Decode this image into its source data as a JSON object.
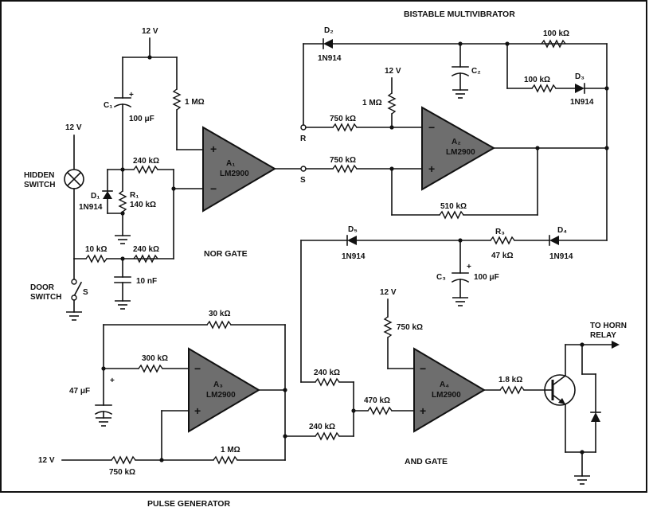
{
  "titles": {
    "bistable": "BISTABLE MULTIVIBRATOR",
    "nor": "NOR GATE",
    "pulse": "PULSE GENERATOR",
    "and": "AND GATE"
  },
  "supply": {
    "v1": "12 V",
    "v2": "12 V",
    "v3": "12 V",
    "v4": "12 V",
    "v5": "12 V"
  },
  "switches": {
    "hidden_1": "HIDDEN",
    "hidden_2": "SWITCH",
    "door_1": "DOOR",
    "door_2": "SWITCH",
    "s": "S"
  },
  "amps": {
    "a1": "A₁",
    "a1_part": "LM2900",
    "a2": "A₂",
    "a2_part": "LM2900",
    "a3": "A₃",
    "a3_part": "LM2900",
    "a4": "A₄",
    "a4_part": "LM2900"
  },
  "components": {
    "c1": "C₁",
    "c1_val": "100 μF",
    "r_1m_top": "1 MΩ",
    "r240_a": "240 kΩ",
    "d1": "D₁",
    "d1_part": "1N914",
    "r1": "R₁",
    "r1_val": "140 kΩ",
    "r10k": "10 kΩ",
    "r240_b": "240 kΩ",
    "c10n": "10 nF",
    "d2": "D₂",
    "d2_part": "1N914",
    "c2": "C₂",
    "r100k_a": "100 kΩ",
    "r100k_b": "100 kΩ",
    "d3": "D₃",
    "d3_part": "1N914",
    "r_1m_a2": "1 MΩ",
    "r750_r": "750 kΩ",
    "r750_s": "750 kΩ",
    "r510": "510 kΩ",
    "pin_r": "R",
    "pin_s": "S",
    "d5": "D₅",
    "d5_part": "1N914",
    "r3": "R₃",
    "r3_val": "47 kΩ",
    "d4": "D₄",
    "d4_part": "1N914",
    "c3": "C₃",
    "c3_val": "100 μF",
    "r30k": "30 kΩ",
    "r300k": "300 kΩ",
    "c47": "47 μF",
    "r1m_pg": "1 MΩ",
    "r750_pg": "750 kΩ",
    "r240_c": "240 kΩ",
    "r240_d": "240 kΩ",
    "r470": "470 kΩ",
    "r750_a4": "750 kΩ",
    "r1_8k": "1.8 kΩ",
    "horn_1": "TO HORN",
    "horn_2": "RELAY"
  }
}
